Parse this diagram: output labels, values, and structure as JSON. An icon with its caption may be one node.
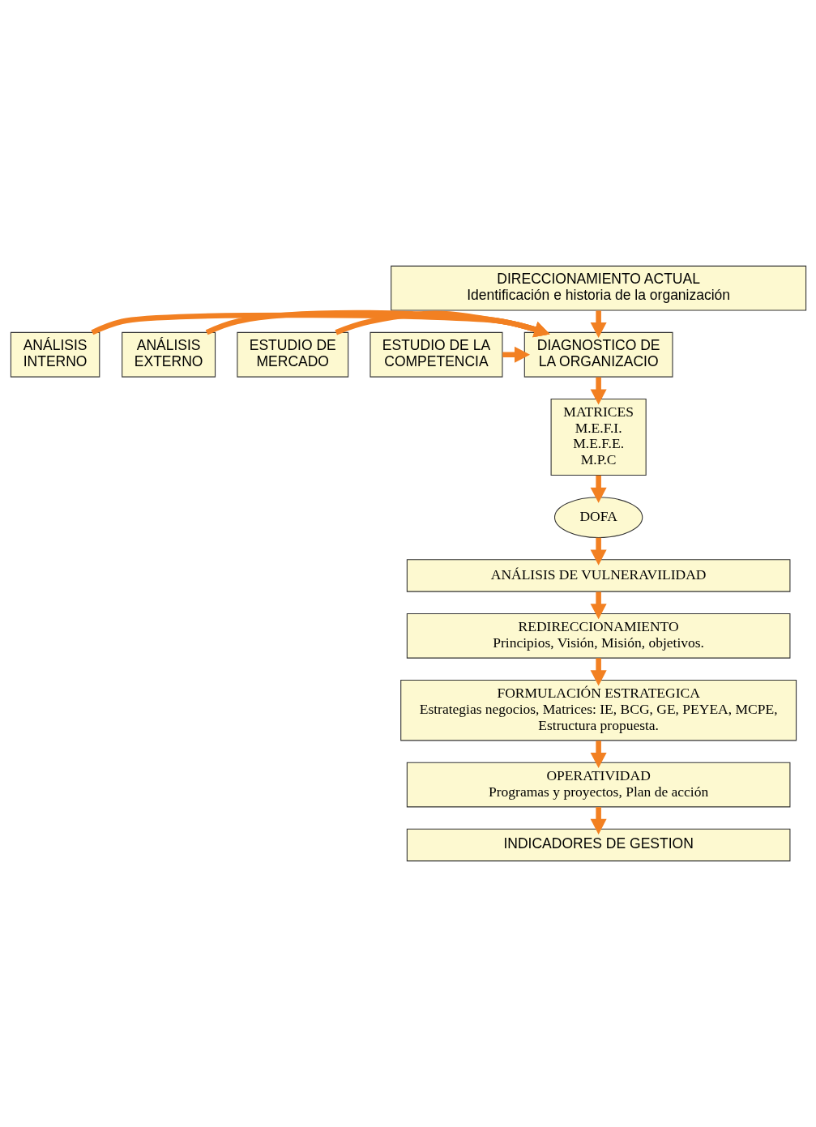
{
  "diagram": {
    "nodes": [
      {
        "text": [
          "DIRECCIONAMIENTO ACTUAL",
          "Identificación e historia de la organización"
        ]
      },
      {
        "text": [
          "ANÁLISIS INTERNO"
        ]
      },
      {
        "text": [
          "ANÁLISIS EXTERNO"
        ]
      },
      {
        "text": [
          "DIAGNOSTICO DE LA ORGANIZACIO"
        ]
      },
      {
        "text": [
          "ESTUDIO DE MERCADO"
        ]
      },
      {
        "text": [
          "ESTUDIO DE LA COMPETENCIA"
        ]
      },
      {
        "text": [
          "MATRICES",
          "M.E.F.I.",
          "M.E.F.E.",
          "M.P.C"
        ]
      },
      {
        "text": [
          "DOFA"
        ]
      },
      {
        "text": [
          "ANÁLISIS DE VULNERAVILIDAD"
        ]
      },
      {
        "text": [
          "REDIRECCIONAMIENTO",
          "Principios, Visión, Misión, objetivos."
        ]
      },
      {
        "text": [
          "FORMULACIÓN ESTRATEGICA",
          "Estrategias negocios, Matrices: IE, BCG, GE, PEYEA, MCPE, Estructura propuesta."
        ]
      },
      {
        "text": [
          "OPERATIVIDAD",
          "Programas y proyectos, Plan de acción"
        ]
      },
      {
        "text": [
          "INDICADORES DE GESTION"
        ]
      }
    ],
    "edges": [
      {
        "from": 0,
        "to": 3,
        "arrow": "to"
      },
      {
        "from": 1,
        "to": 3,
        "arrow": "to"
      },
      {
        "from": 2,
        "to": 3,
        "arrow": "to"
      },
      {
        "from": 4,
        "to": 3,
        "arrow": "to"
      },
      {
        "from": 5,
        "to": 3,
        "arrow": "to"
      },
      {
        "from": 3,
        "to": 6,
        "arrow": "to"
      },
      {
        "from": 6,
        "to": 7,
        "arrow": "to"
      },
      {
        "from": 7,
        "to": 8,
        "arrow": "to"
      },
      {
        "from": 8,
        "to": 9,
        "arrow": "to"
      },
      {
        "from": 9,
        "to": 10,
        "arrow": "to"
      },
      {
        "from": 10,
        "to": 11,
        "arrow": "to"
      },
      {
        "from": 11,
        "to": 12,
        "arrow": "to"
      }
    ]
  }
}
